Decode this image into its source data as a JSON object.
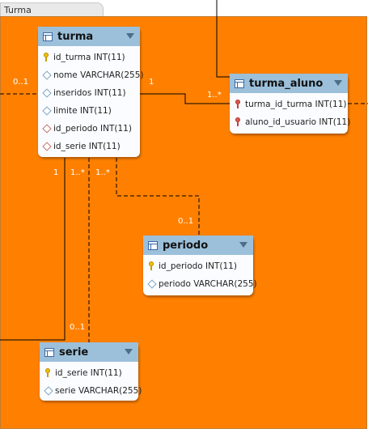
{
  "layer": {
    "title": "Turma",
    "background": "#ff8000"
  },
  "colors": {
    "header": "#9cc0da",
    "line": "#000000",
    "pk_icon": "#f3c200",
    "fk_icon": "#e2594f"
  },
  "entities": {
    "turma": {
      "title": "turma",
      "columns": [
        {
          "icon": "primary-key-icon",
          "text": "id_turma INT(11)"
        },
        {
          "icon": "column-icon",
          "text": "nome VARCHAR(255)"
        },
        {
          "icon": "column-icon",
          "text": "inseridos INT(11)"
        },
        {
          "icon": "column-icon",
          "text": "limite INT(11)"
        },
        {
          "icon": "foreign-column-icon",
          "text": "id_periodo INT(11)"
        },
        {
          "icon": "foreign-column-icon",
          "text": "id_serie INT(11)"
        }
      ]
    },
    "turma_aluno": {
      "title": "turma_aluno",
      "columns": [
        {
          "icon": "foreign-key-icon",
          "text": "turma_id_turma INT(11)"
        },
        {
          "icon": "foreign-key-icon",
          "text": "aluno_id_usuario INT(11)"
        }
      ]
    },
    "periodo": {
      "title": "periodo",
      "columns": [
        {
          "icon": "primary-key-icon",
          "text": "id_periodo INT(11)"
        },
        {
          "icon": "column-icon",
          "text": "periodo VARCHAR(255)"
        }
      ]
    },
    "serie": {
      "title": "serie",
      "columns": [
        {
          "icon": "primary-key-icon",
          "text": "id_serie INT(11)"
        },
        {
          "icon": "column-icon",
          "text": "serie VARCHAR(255)"
        }
      ]
    }
  },
  "cardinalities": {
    "left_turma": "0..1",
    "turma_right": "1",
    "turma_aluno_left": "1..*",
    "turma_bottom_left": "1",
    "turma_bottom_mid": "1..*",
    "turma_bottom_right": "1..*",
    "periodo_top": "0..1",
    "serie_top": "0..1"
  }
}
